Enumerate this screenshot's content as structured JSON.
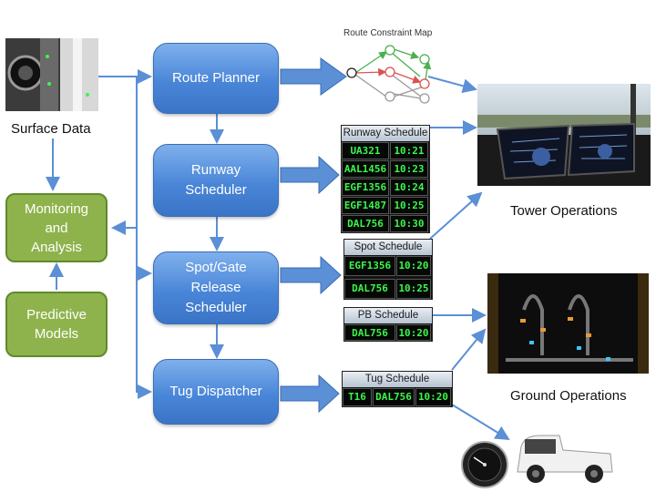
{
  "labels": {
    "surface_data": "Surface Data",
    "tower_operations": "Tower Operations",
    "ground_operations": "Ground Operations"
  },
  "modules": {
    "route_planner": "Route Planner",
    "runway_scheduler": [
      "Runway",
      "Scheduler"
    ],
    "spot_gate": [
      "Spot/Gate",
      "Release",
      "Scheduler"
    ],
    "tug_dispatcher": "Tug Dispatcher"
  },
  "support": {
    "monitoring": [
      "Monitoring",
      "and",
      "Analysis"
    ],
    "predictive": [
      "Predictive",
      "Models"
    ]
  },
  "route_map": {
    "title": "Route Constraint Map"
  },
  "runway_schedule": {
    "title": "Runway Schedule",
    "rows": [
      [
        "UA321",
        "10:21"
      ],
      [
        "AAL1456",
        "10:23"
      ],
      [
        "EGF1356",
        "10:24"
      ],
      [
        "EGF1487",
        "10:25"
      ],
      [
        "DAL756",
        "10:30"
      ]
    ]
  },
  "spot_schedule": {
    "title": "Spot Schedule",
    "rows": [
      [
        "EGF1356",
        "10:20"
      ],
      [
        "DAL756",
        "10:25"
      ]
    ]
  },
  "pb_schedule": {
    "title": "PB Schedule",
    "rows": [
      [
        "DAL756",
        "10:20"
      ]
    ]
  },
  "tug_schedule": {
    "title": "Tug Schedule",
    "rows": [
      [
        "T16",
        "DAL756",
        "10:20"
      ]
    ]
  },
  "colors": {
    "module_blue": "#4a86d8",
    "support_green": "#8fb34c",
    "arrow_blue": "#5b8fd6",
    "schedule_text": "#3cf64c"
  }
}
